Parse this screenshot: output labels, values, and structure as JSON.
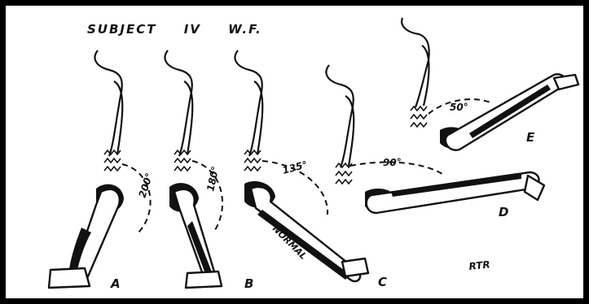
{
  "title": {
    "subject": "SUBJECT",
    "number": "IV",
    "initials": "W.F."
  },
  "figures": [
    {
      "letter": "A",
      "angle": "200°"
    },
    {
      "letter": "B",
      "angle": "180°"
    },
    {
      "letter": "C",
      "angle": "135°",
      "note": "NORMAL"
    },
    {
      "letter": "D",
      "angle": "90°"
    },
    {
      "letter": "E",
      "angle": "50°"
    }
  ],
  "signature": "RTR"
}
